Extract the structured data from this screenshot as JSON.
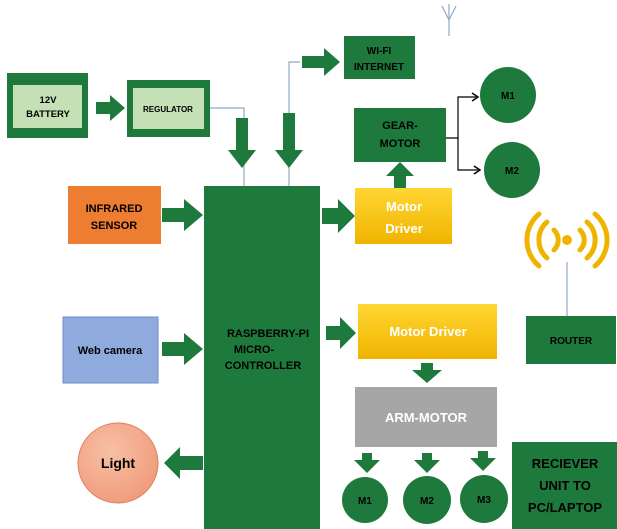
{
  "blocks": {
    "battery": {
      "line1": "12V",
      "line2": "BATTERY"
    },
    "regulator": {
      "label": "REGULATOR"
    },
    "wifi": {
      "line1": "WI-FI",
      "line2": "INTERNET"
    },
    "gear_motor": {
      "line1": "GEAR-",
      "line2": "MOTOR"
    },
    "m1_top": {
      "label": "M1"
    },
    "m2_top": {
      "label": "M2"
    },
    "infrared": {
      "line1": "INFRARED",
      "line2": "SENSOR"
    },
    "motor_driver_1": {
      "line1": "Motor",
      "line2": "Driver"
    },
    "raspberry": {
      "line1": "RASPBERRY-PI",
      "line2": "MICRO-",
      "line3": "CONTROLLER"
    },
    "web_camera": {
      "label": "Web camera"
    },
    "motor_driver_2": {
      "label": "Motor Driver"
    },
    "router": {
      "label": "ROUTER"
    },
    "arm_motor": {
      "label": "ARM-MOTOR"
    },
    "light": {
      "label": "Light"
    },
    "m1_bottom": {
      "label": "M1"
    },
    "m2_bottom": {
      "label": "M2"
    },
    "m3_bottom": {
      "label": "M3"
    },
    "receiver": {
      "line1": "RECIEVER",
      "line2": "UNIT TO",
      "line3": "PC/LAPTOP"
    }
  },
  "colors": {
    "dark_green": "#1e7a3c",
    "light_green": "#c5e0b4",
    "orange": "#ed7d31",
    "yellow": "#f5c400",
    "blue": "#8faadc",
    "gray": "#a6a6a6",
    "salmon": "#f4a582",
    "connector": "#8fa9c8"
  }
}
